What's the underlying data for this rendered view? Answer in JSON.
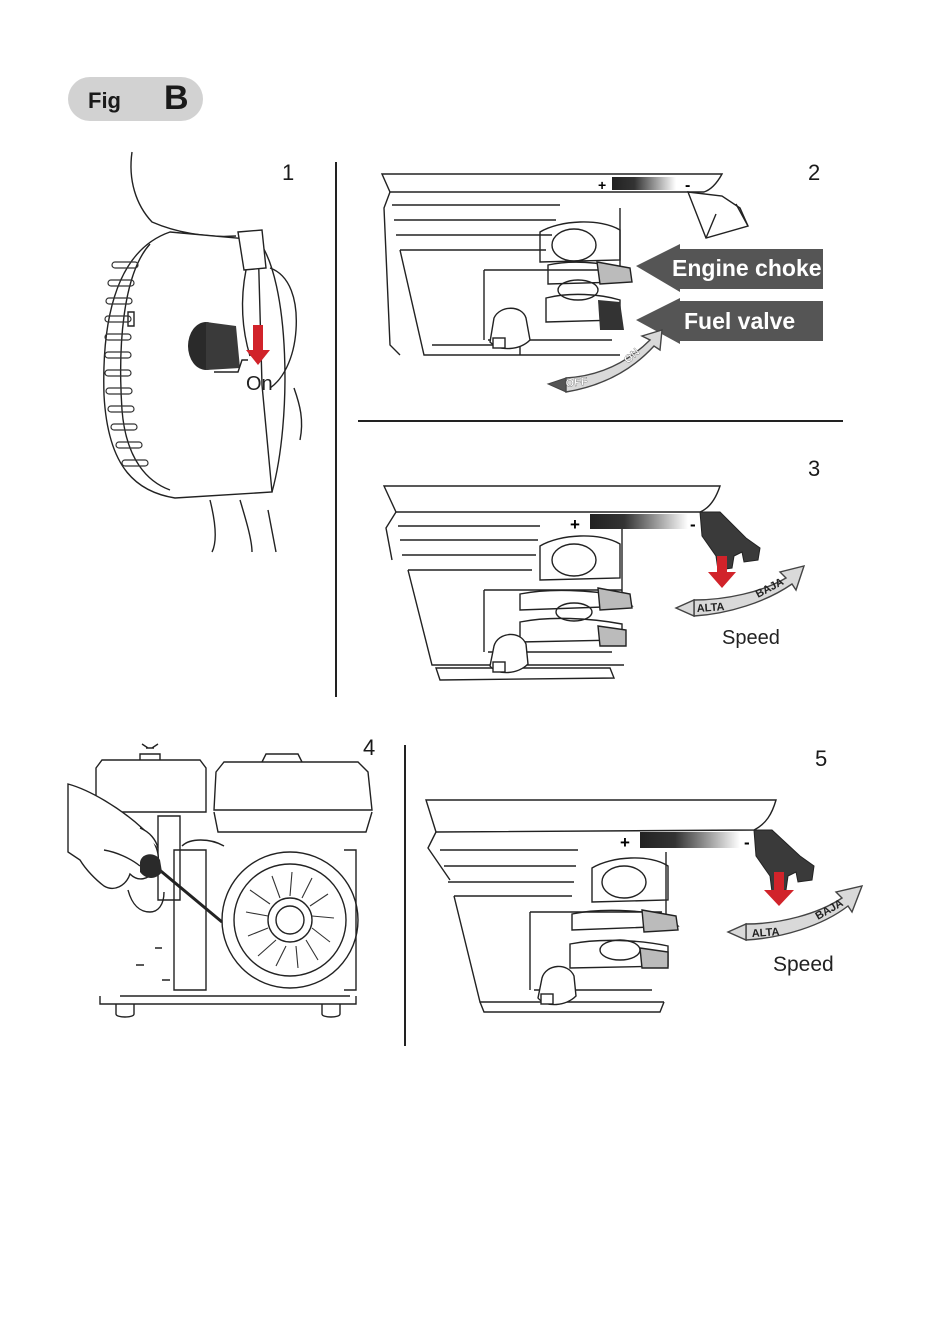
{
  "figure": {
    "prefix": "Fig",
    "letter": "B"
  },
  "steps": [
    "1",
    "2",
    "3",
    "4",
    "5"
  ],
  "panel1": {
    "label": "On"
  },
  "panel2": {
    "scale_plus": "+",
    "scale_minus": "-",
    "callout_choke": "Engine choke",
    "callout_fuel": "Fuel valve",
    "arrow_off": "OFF",
    "arrow_on": "ON"
  },
  "panel3": {
    "scale_plus": "+",
    "scale_minus": "-",
    "alta": "ALTA",
    "baja": "BAJA",
    "speed": "Speed"
  },
  "panel5": {
    "scale_plus": "+",
    "scale_minus": "-",
    "alta": "ALTA",
    "baja": "BAJA",
    "speed": "Speed"
  },
  "colors": {
    "red_arrow": "#d1232a",
    "callout": "#555555",
    "pill": "#d2d2d2"
  }
}
